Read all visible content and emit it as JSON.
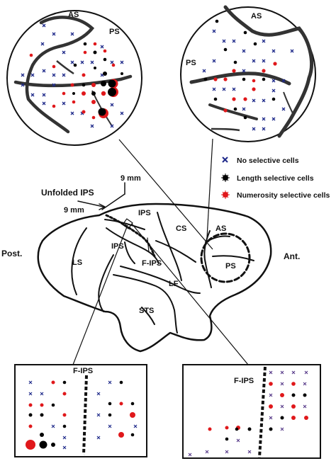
{
  "figure": {
    "panels": {
      "top_left": {
        "labels": [
          "AS",
          "PS"
        ]
      },
      "top_right": {
        "labels": [
          "AS",
          "PS"
        ]
      },
      "bottom_left": {
        "labels": [
          "F-IPS"
        ]
      },
      "bottom_right": {
        "labels": [
          "F-IPS"
        ]
      }
    },
    "legend": [
      {
        "key": "none",
        "label": "No selective cells",
        "color": "#1f2a8a",
        "symbol": "cross"
      },
      {
        "key": "length",
        "label": "Length selective cells",
        "color": "#000000",
        "symbol": "dot"
      },
      {
        "key": "numerosity",
        "label": "Numerosity selective cells",
        "color": "#e0181b",
        "symbol": "dot"
      }
    ],
    "brain_labels": {
      "unfolded_ips": "Unfolded IPS",
      "scale_vertical": "9 mm",
      "scale_horizontal": "9 mm",
      "posterior": "Post.",
      "anterior": "Ant.",
      "ips_upper": "IPS",
      "ips_lower": "IPS",
      "cs": "CS",
      "as": "AS",
      "ps": "PS",
      "f_ips": "F-IPS",
      "ls": "LS",
      "lf": "LF",
      "sts": "STS"
    }
  }
}
